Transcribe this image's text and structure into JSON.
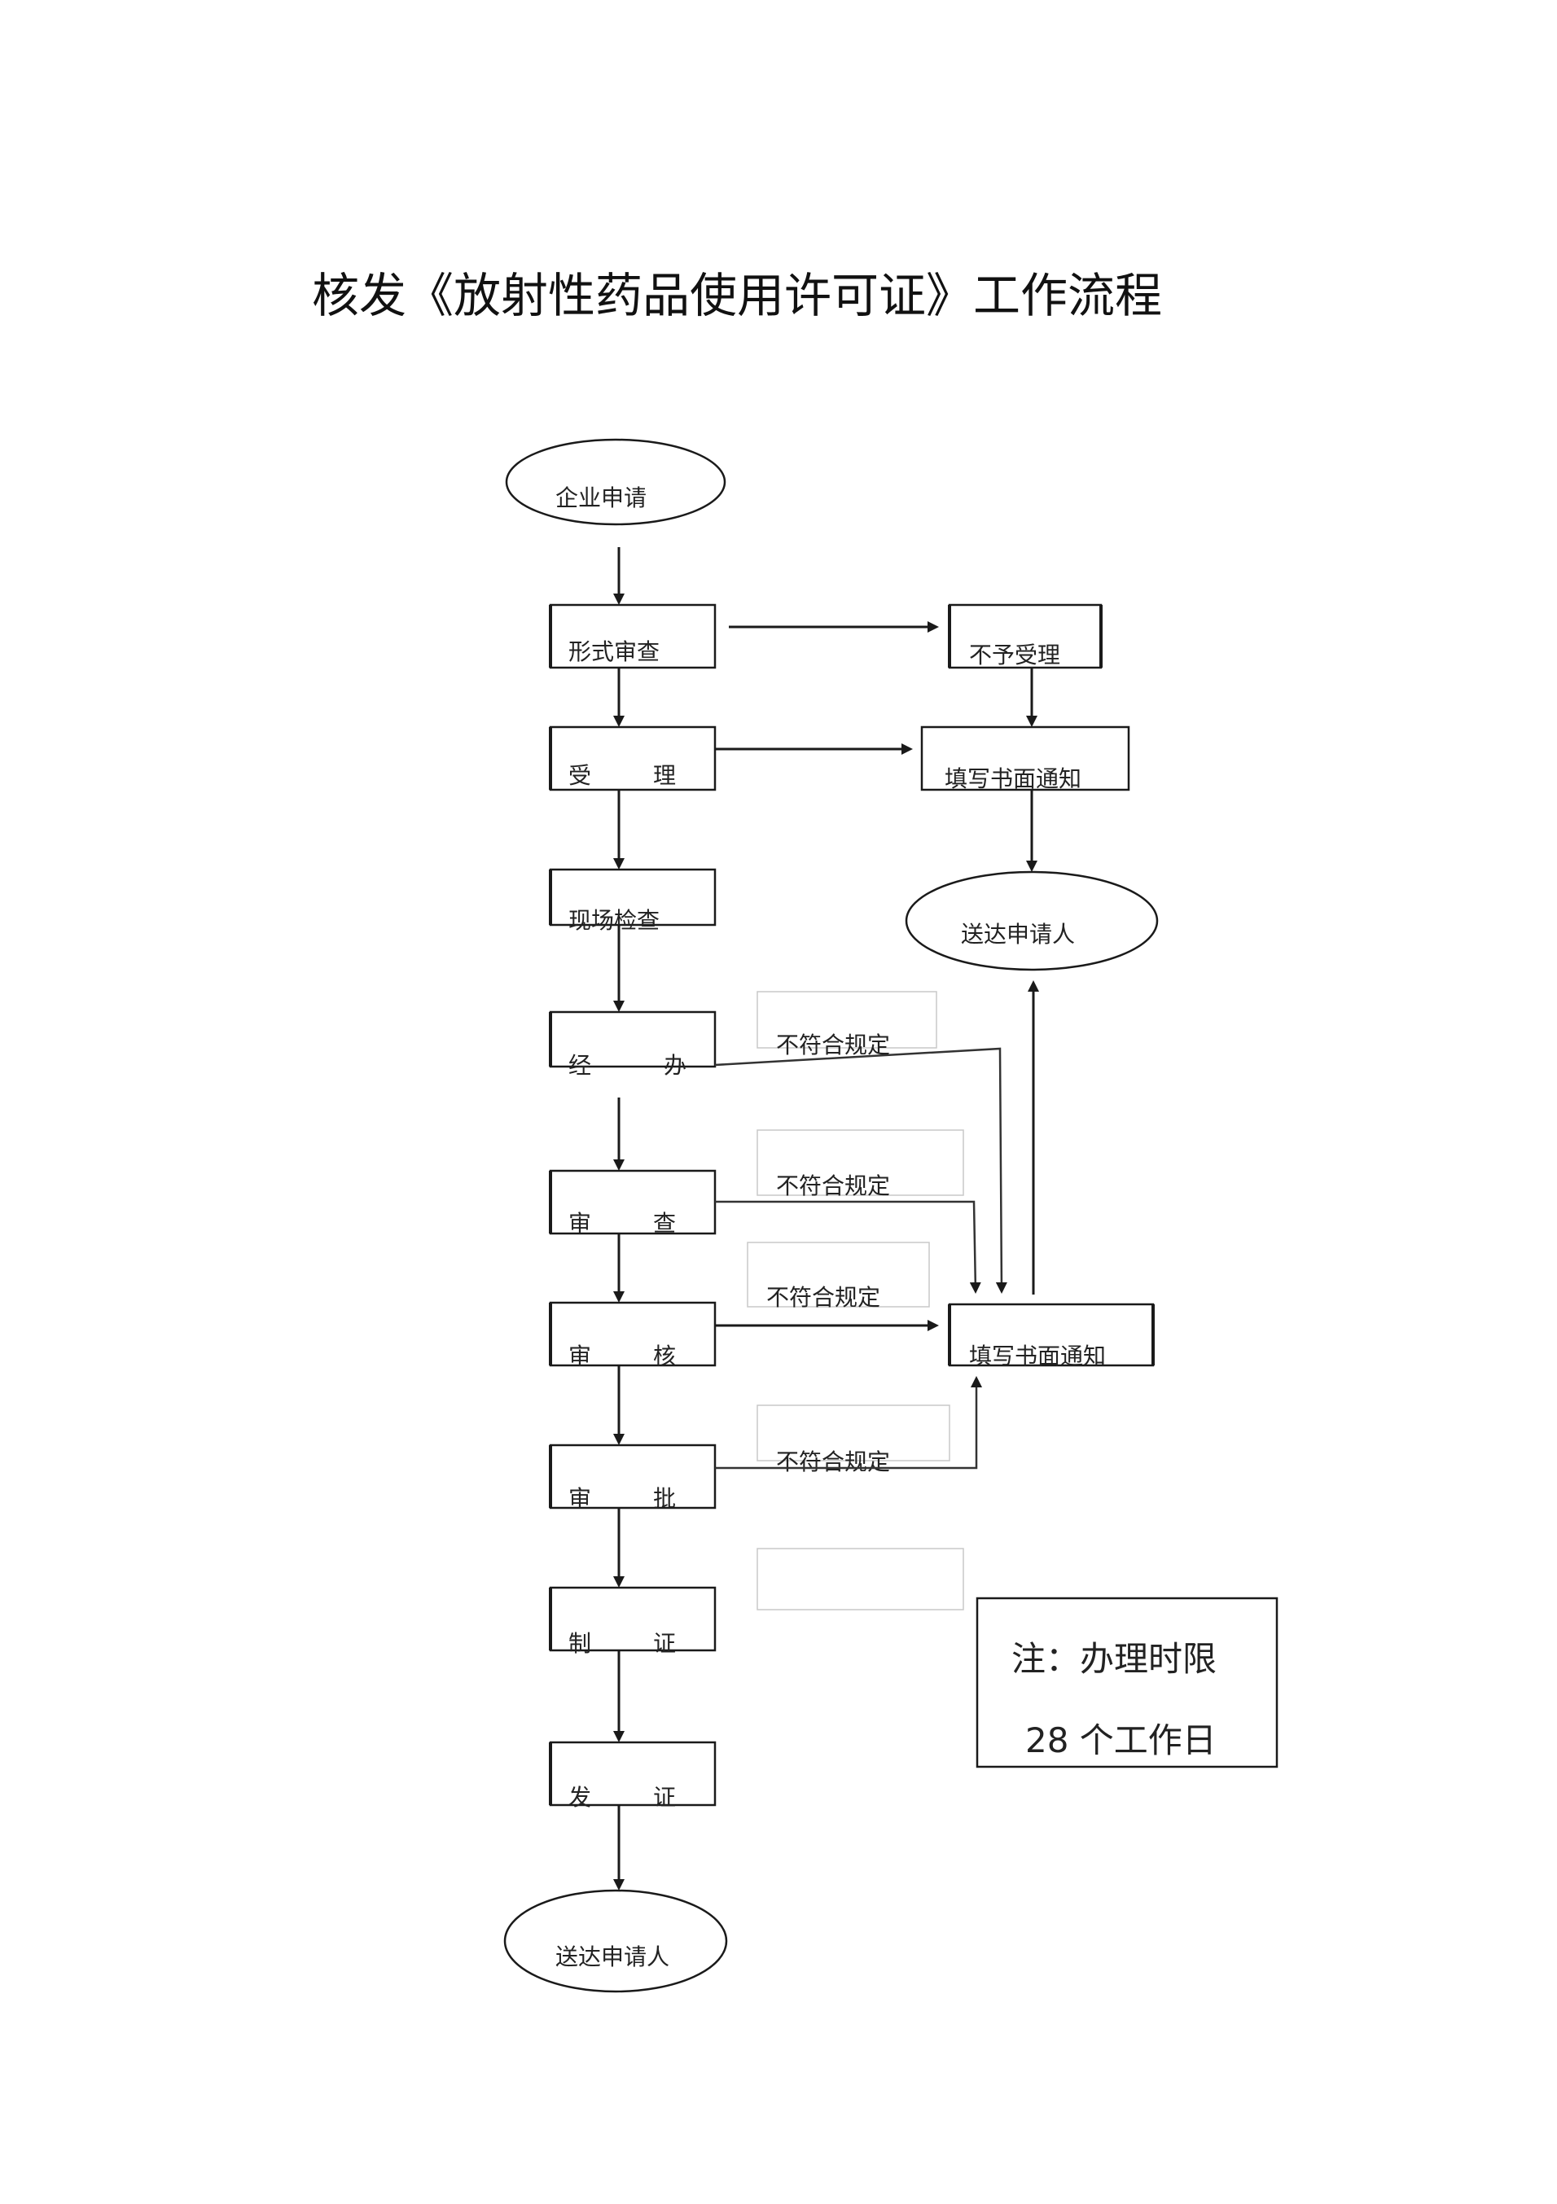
{
  "title": "核发《放射性药品使用许可证》工作流程",
  "nodes": {
    "start": "企业申请",
    "formal_review": "形式审查",
    "reject": "不予受理",
    "accept_left": "受",
    "accept_right": "理",
    "notice_top": "填写书面通知",
    "deliver_right": "送达申请人",
    "site_check": "现场检查",
    "handle_left": "经",
    "handle_right": "办",
    "review_left": "审",
    "review_right": "查",
    "verify_left": "审",
    "verify_right": "核",
    "notice_bottom": "填写书面通知",
    "approve_left": "审",
    "approve_right": "批",
    "issue_make_left": "制",
    "issue_make_right": "证",
    "issue_send_left": "发",
    "issue_send_right": "证",
    "end": "送达申请人"
  },
  "conditions": {
    "c1": "不符合规定",
    "c2": "不符合规定",
    "c3": "不符合规定",
    "c4": "不符合规定"
  },
  "note": {
    "line1": "注：办理时限",
    "line2": "28 个工作日"
  }
}
